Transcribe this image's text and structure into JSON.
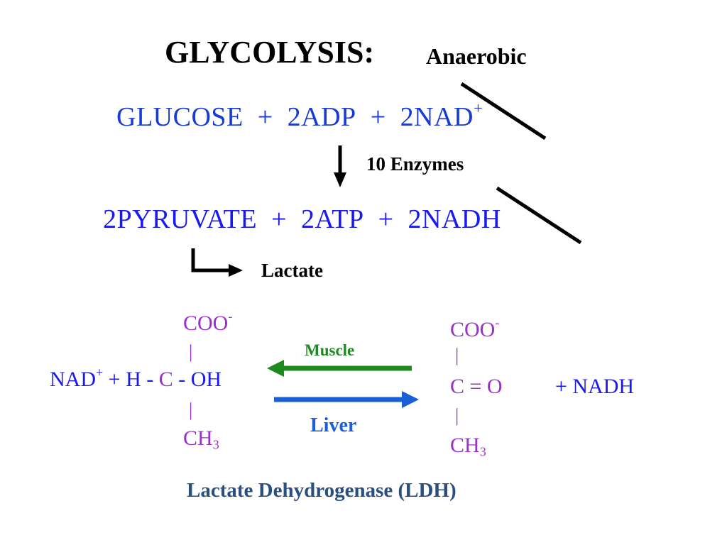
{
  "title": {
    "main": "GLYCOLYSIS:",
    "sub": "Anaerobic"
  },
  "reaction": {
    "reactants": {
      "glucose": "GLUCOSE",
      "plus1": "+",
      "adp": "2ADP",
      "plus2": "+",
      "nad": "2NAD",
      "nad_sup": "+"
    },
    "enzymes": "10 Enzymes",
    "products": {
      "pyruvate": "2PYRUVATE",
      "plus1": "+",
      "atp": "2ATP",
      "plus2": "+",
      "nadh": "2NADH"
    },
    "lactate": "Lactate"
  },
  "lactate_structure": {
    "coo": "COO",
    "coo_sup": "-",
    "bar": "|",
    "nad": "NAD",
    "nad_sup": "+",
    "middle": "+ H - ",
    "carbon": "C",
    "oh": " - OH",
    "ch": "CH",
    "ch_sub": "3"
  },
  "pyruvate_structure": {
    "coo": "COO",
    "coo_sup": "-",
    "bar": "|",
    "co": "C = O",
    "ch": "CH",
    "ch_sub": "3",
    "nadh": "+ NADH"
  },
  "arrows": {
    "muscle": "Muscle",
    "liver": "Liver"
  },
  "enzyme_name": "Lactate Dehydrogenase  (LDH)",
  "colors": {
    "blue": "#1a1af0",
    "purple": "#9b30cc",
    "green": "#1e8a1e",
    "liver_blue": "#1a5fd6",
    "ldh": "#2a4f7f"
  }
}
